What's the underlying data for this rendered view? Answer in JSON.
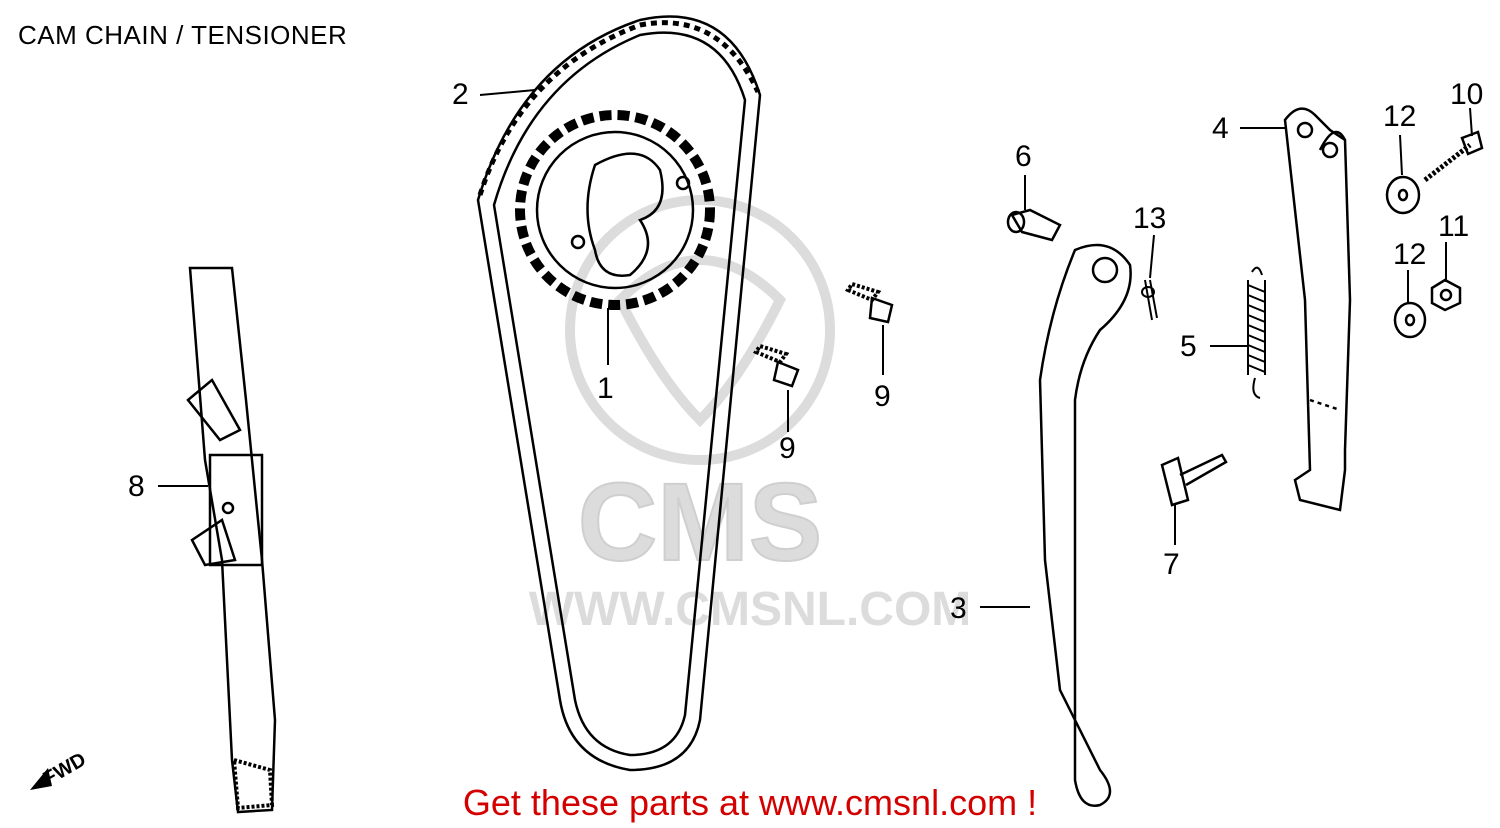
{
  "title": "CAM CHAIN / TENSIONER",
  "callouts": [
    "1",
    "2",
    "3",
    "4",
    "5",
    "6",
    "7",
    "8",
    "9",
    "9",
    "10",
    "11",
    "12",
    "12",
    "13"
  ],
  "watermark": {
    "brand": "CMS",
    "url": "WWW.CMSNL.COM"
  },
  "fwd_label": "FWD",
  "footer": "Get these parts at www.cmsnl.com !",
  "colors": {
    "footer": "#d40000",
    "line": "#000000",
    "watermark": "#dcdcdc"
  }
}
